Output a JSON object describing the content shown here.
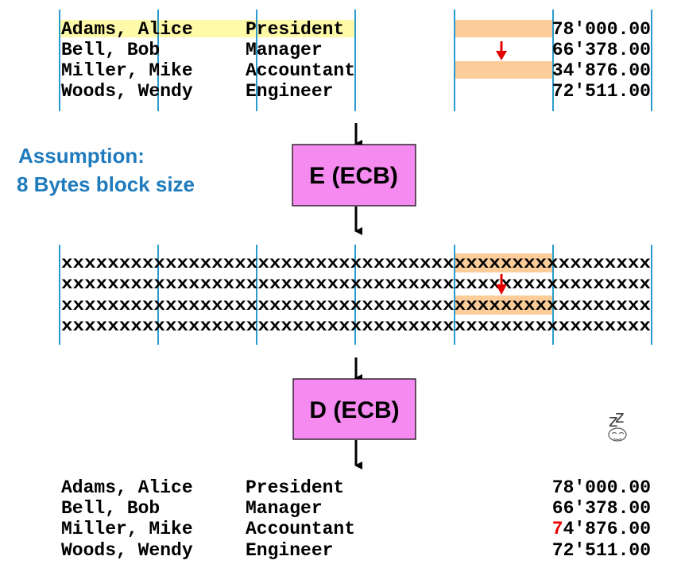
{
  "colors": {
    "divider": "#2a9bcc",
    "row_highlight": "#fffaa8",
    "block_highlight": "#fccc99",
    "box_fill": "#f58af0",
    "arrow_red": "#e60000",
    "assumption_text": "#1f7bbd",
    "changed_digit": "#e60000"
  },
  "plaintext_table": {
    "rows": [
      {
        "name": "Adams, Alice",
        "role": "President",
        "amount": "78'000.00"
      },
      {
        "name": "Bell, Bob",
        "role": "Manager",
        "amount": "66'378.00"
      },
      {
        "name": "Miller, Mike",
        "role": "Accountant",
        "amount": "34'876.00"
      },
      {
        "name": "Woods, Wendy",
        "role": "Engineer",
        "amount": "72'511.00"
      }
    ]
  },
  "assumption": {
    "line1": "Assumption:",
    "line2": "8 Bytes block size"
  },
  "encrypt_box": {
    "label": "E (ECB)"
  },
  "decrypt_box": {
    "label": "D (ECB)"
  },
  "ciphertext": {
    "rows": [
      "xxxxxxxxxxxxxxxxxxxxxxxxxxxxxxxxxxxxxxxxxxxxxxxxxxx",
      "xxxxxxxxxxxxxxxxxxxxxxxxxxxxxxxxxxxxxxxxxxxxxxxxxxx",
      "xxxxxxxxxxxxxxxxxxxxxxxxxxxxxxxxxxxxxxxxxxxxxxxxxxx",
      "xxxxxxxxxxxxxxxxxxxxxxxxxxxxxxxxxxxxxxxxxxxxxxxxxxx"
    ]
  },
  "decrypted_table": {
    "rows": [
      {
        "name": "Adams, Alice",
        "role": "President",
        "amount_first": "7",
        "amount_rest": "8'000.00",
        "changed": false
      },
      {
        "name": "Bell, Bob",
        "role": "Manager",
        "amount_first": "6",
        "amount_rest": "6'378.00",
        "changed": false
      },
      {
        "name": "Miller, Mike",
        "role": "Accountant",
        "amount_first": "7",
        "amount_rest": "4'876.00",
        "changed": true
      },
      {
        "name": "Woods, Wendy",
        "role": "Engineer",
        "amount_first": "7",
        "amount_rest": "2'511.00",
        "changed": false
      }
    ]
  },
  "decorations": {
    "sleep_icon": "sleeping-face-icon",
    "sleep_glyph": "z"
  }
}
